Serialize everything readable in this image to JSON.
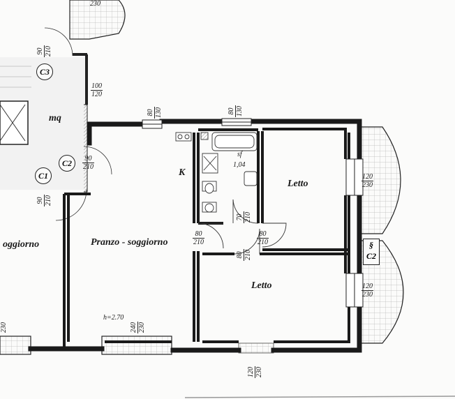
{
  "rooms": {
    "pranzo": "Pranzo - soggiorno",
    "letto1": "Letto",
    "letto2": "Letto",
    "kitchen": "K",
    "landing": "mq",
    "left_room": "oggiorno",
    "bath_code": "sf",
    "bath_area": "1,04",
    "height": "h=2.70"
  },
  "tags": {
    "c1": "C1",
    "c2": "C2",
    "c3": "C3",
    "c2_stair": "C2",
    "section": "§"
  },
  "dims": {
    "top_left_balcony": "230",
    "c3_door": [
      "90",
      "210"
    ],
    "landing_win": [
      "100",
      "120"
    ],
    "kitchen_win": [
      "80",
      "130"
    ],
    "bath_win": [
      "80",
      "130"
    ],
    "c2_door": [
      "90",
      "210"
    ],
    "c1_door": [
      "90",
      "210"
    ],
    "letto1_win": [
      "120",
      "230"
    ],
    "letto2_win": [
      "120",
      "230"
    ],
    "bath_door": [
      "80",
      "210"
    ],
    "wc_door": [
      "70",
      "210"
    ],
    "letto1_door": [
      "80",
      "210"
    ],
    "letto2_door": [
      "80",
      "210"
    ],
    "pranzo_win": [
      "240",
      "230"
    ],
    "bottom_win": [
      "120",
      "230"
    ],
    "left_edge": "230"
  }
}
